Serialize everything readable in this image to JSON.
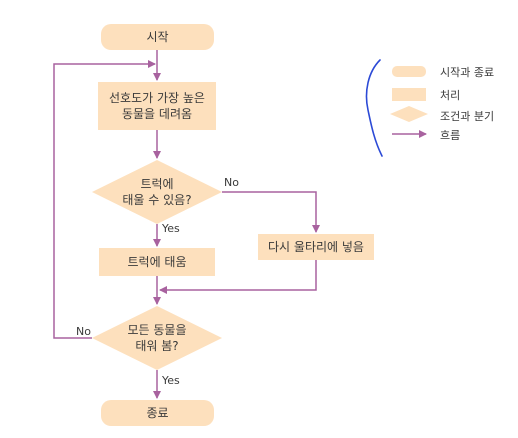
{
  "nodes": {
    "start": "시작",
    "pick_line1": "선호도가 가장 높은",
    "pick_line2": "동물을 데려옴",
    "check_line1": "트럭에",
    "check_line2": "태울 수 있음?",
    "load": "트럭에 태움",
    "return": "다시 울타리에 넣음",
    "all_line1": "모든 동물을",
    "all_line2": "태워 봄?",
    "end": "종료"
  },
  "edges": {
    "yes1": "Yes",
    "no1": "No",
    "no2": "No",
    "yes2": "Yes"
  },
  "legend": {
    "start_end": "시작과 종료",
    "process": "처리",
    "condition": "조건과 분기",
    "flow": "흐름"
  },
  "colors": {
    "fill": "#fde0bd",
    "arrow": "#a8629f",
    "bracket": "#2c4ad6"
  }
}
